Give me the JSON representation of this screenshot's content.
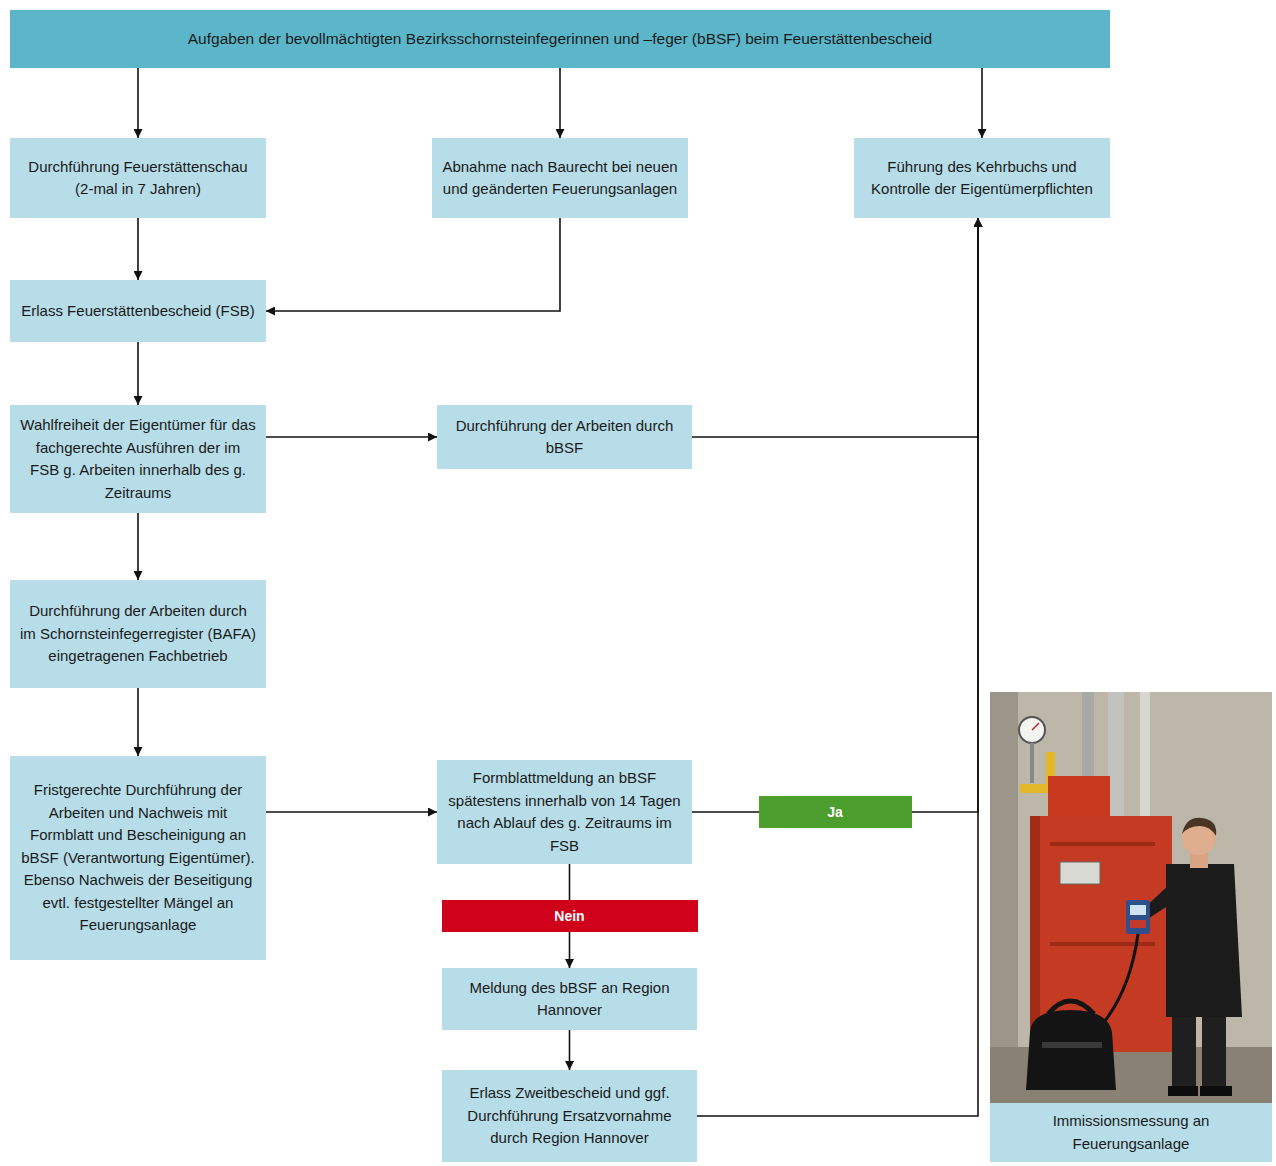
{
  "diagram": {
    "nodes": [
      {
        "text": [
          "Aufgaben der bevollmächtigten Bezirksschornsteinfegerinnen und –feger (bBSF) beim Feuerstättenbescheid"
        ]
      },
      {
        "text": [
          "Durchführung Feuerstättenschau (2-mal in 7 Jahren)"
        ]
      },
      {
        "text": [
          "Abnahme nach Baurecht bei neuen und geänderten Feuerungsanlagen"
        ]
      },
      {
        "text": [
          "Führung des Kehrbuchs und Kontrolle der Eigentümerpflichten"
        ]
      },
      {
        "text": [
          "Erlass Feuerstättenbescheid (FSB)"
        ]
      },
      {
        "text": [
          "Wahlfreiheit der Eigentümer für das fachgerechte Ausführen der im FSB g. Arbeiten innerhalb des g. Zeitraums"
        ]
      },
      {
        "text": [
          "Durchführung der Arbeiten durch bBSF"
        ]
      },
      {
        "text": [
          "Durchführung der Arbeiten durch im Schornsteinfegerregister (BAFA) eingetragenen Fachbetrieb"
        ]
      },
      {
        "text": [
          "Fristgerechte Durchführung der Arbeiten und Nachweis mit Formblatt und Bescheinigung an bBSF (Verantwortung Eigentümer). Ebenso Nachweis der Beseitigung evtl. festgestellter Mängel an Feuerungsanlage"
        ]
      },
      {
        "text": [
          "Formblattmeldung an bBSF spätestens innerhalb von 14 Tagen nach Ablauf des g. Zeitraums im FSB"
        ]
      },
      {
        "text": [
          "Meldung des bBSF an Region Hannover"
        ]
      },
      {
        "text": [
          "Erlass Zweitbescheid und ggf. Durchführung Ersatzvornahme durch Region Hannover"
        ]
      },
      {
        "text": [
          "Immissionsmessung an Feuerungsanlage"
        ]
      }
    ],
    "edges": [
      {
        "from": 0,
        "to": 1,
        "arrow": "to"
      },
      {
        "from": 0,
        "to": 2,
        "arrow": "to"
      },
      {
        "from": 0,
        "to": 3,
        "arrow": "to"
      },
      {
        "from": 1,
        "to": 4,
        "arrow": "to"
      },
      {
        "from": 2,
        "to": 4,
        "arrow": "to"
      },
      {
        "from": 4,
        "to": 5,
        "arrow": "to"
      },
      {
        "from": 5,
        "to": 6,
        "arrow": "to"
      },
      {
        "from": 5,
        "to": 7,
        "arrow": "to"
      },
      {
        "from": 6,
        "to": 3,
        "arrow": "to"
      },
      {
        "from": 7,
        "to": 8,
        "arrow": "to"
      },
      {
        "from": 8,
        "to": 9,
        "arrow": "to"
      },
      {
        "from": 9,
        "to": 3,
        "label": "Ja",
        "arrow": "to"
      },
      {
        "from": 9,
        "to": 10,
        "label": "Nein",
        "arrow": "to"
      },
      {
        "from": 10,
        "to": 11,
        "arrow": "to"
      },
      {
        "from": 11,
        "to": 3,
        "arrow": "to"
      }
    ]
  }
}
